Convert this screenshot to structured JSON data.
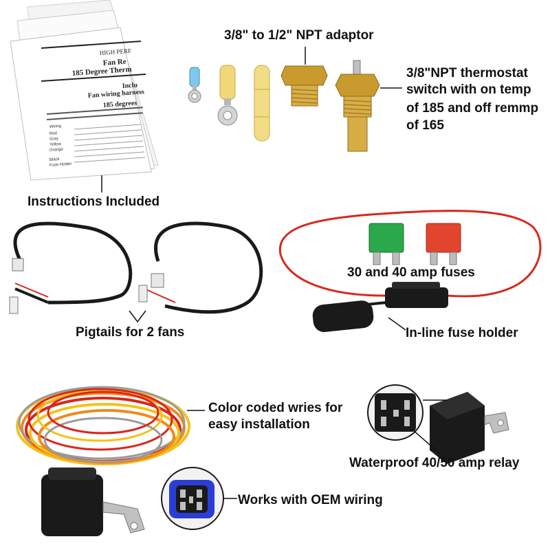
{
  "labels": {
    "instructions": "Instructions Included",
    "adaptor": "3/8\" to 1/2\" NPT adaptor",
    "thermostat_line1": "3/8\"NPT thermostat",
    "thermostat_line2": "switch with on temp",
    "thermostat_line3": "of 185 and off remmp",
    "thermostat_line4": "of 165",
    "pigtails": "Pigtails for 2 fans",
    "fuses": "30 and 40 amp fuses",
    "fuse_holder": "In-line fuse holder",
    "wires_line1": "Color coded wries for",
    "wires_line2": "easy installation",
    "relay": "Waterproof 40/50 amp relay",
    "oem": "Works with OEM wiring"
  },
  "instruction_sheet": {
    "line1": "HIGH PERF",
    "line2": "Fan Re",
    "line3": "185 Degree Therm",
    "line4": "Inclu",
    "line5": "Fan wiring harness",
    "line6": "185 degrees",
    "row_labels": [
      "Wiring",
      "Red",
      "Gray",
      "Yellow",
      "Orange",
      "Black",
      "Fuse Holder"
    ]
  },
  "colors": {
    "wire_red": "#d9261c",
    "wire_orange": "#f08a1a",
    "wire_yellow": "#f2c21a",
    "wire_gray": "#9a9a9a",
    "brass": "#c99a2e",
    "fuse_green": "#2aa84a",
    "fuse_red": "#e2452e",
    "relay_black": "#1a1a1a",
    "connector_blue": "#2a3ed6"
  }
}
